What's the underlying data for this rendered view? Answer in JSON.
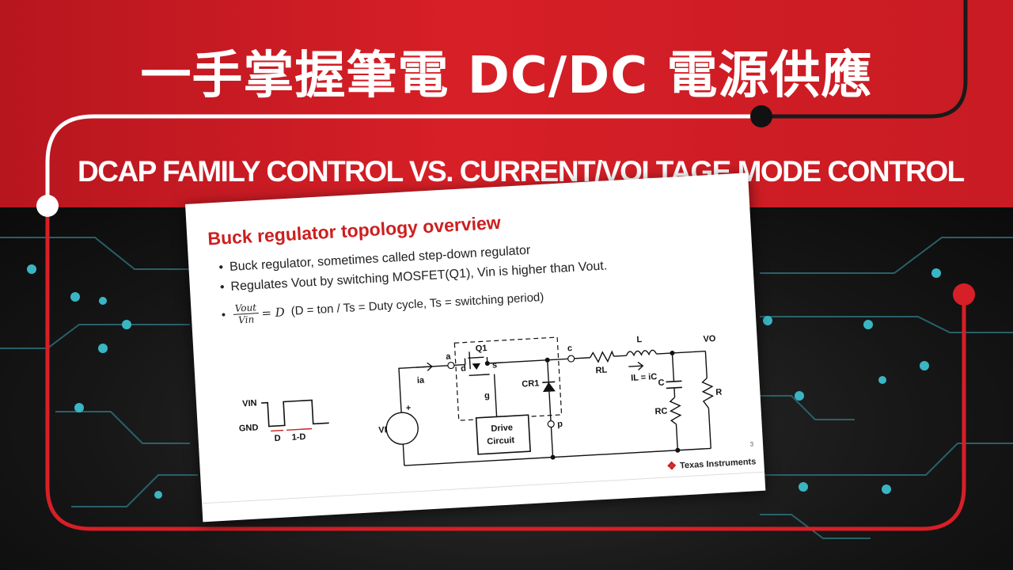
{
  "header": {
    "title": "一手掌握筆電 DC/DC 電源供應",
    "subtitle": "DCAP FAMILY CONTROL VS. CURRENT/VOLTAGE MODE CONTROL"
  },
  "slide": {
    "title": "Buck regulator topology overview",
    "bullets": [
      "Buck regulator, sometimes called step-down regulator",
      "Regulates Vout by switching MOSFET(Q1), Vin is higher than Vout."
    ],
    "formula": {
      "numerator": "Vout",
      "denominator": "Vin",
      "equals": "= D",
      "note": "(D = ton / Ts = Duty cycle, Ts = switching period)"
    },
    "page_number": "3",
    "logo_text": "Texas Instruments",
    "waveform_labels": {
      "vin": "VIN",
      "gnd": "GND",
      "d": "D",
      "one_minus_d": "1-D"
    },
    "circuit_labels": {
      "a": "a",
      "d": "d",
      "s": "s",
      "c": "c",
      "g": "g",
      "p": "p",
      "q1": "Q1",
      "cr1": "CR1",
      "ia": "ia",
      "vi": "VI",
      "plus": "+",
      "drive_1": "Drive",
      "drive_2": "Circuit",
      "inductor": "L",
      "rl": "RL",
      "il_eq": "IL = iC",
      "cap": "C",
      "rc": "RC",
      "r": "R",
      "vo": "VO"
    }
  },
  "colors": {
    "brand_red": "#d71f27",
    "slide_title_red": "#cc1f1f",
    "circuit_teal": "#3ab5c4"
  }
}
